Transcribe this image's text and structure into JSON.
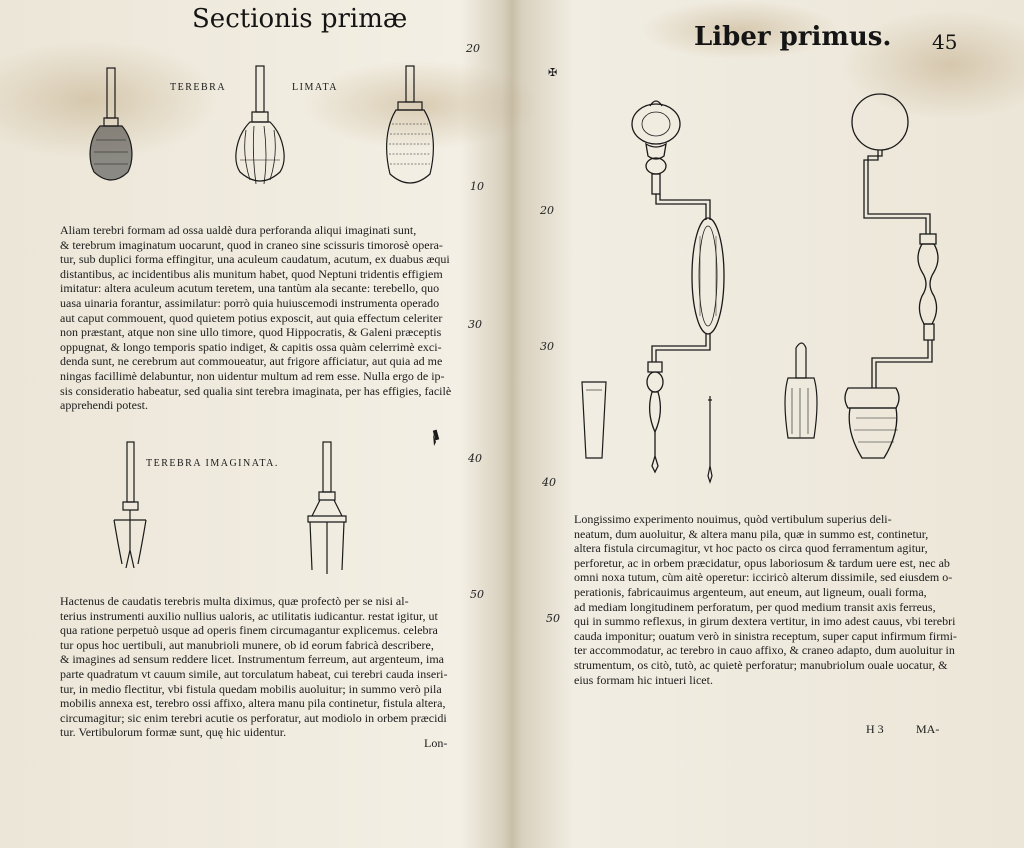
{
  "left_page": {
    "running_head": "Sectionis primæ",
    "captions": {
      "top": [
        "TEREBRA",
        "LIMATA"
      ],
      "middle": "TEREBRA IMAGINATA."
    },
    "margin_numbers": [
      "20",
      "10",
      "30",
      "40",
      "50"
    ],
    "paragraph1": [
      "Aliam terebri formam ad ossa ualdè dura perforanda aliqui imaginati sunt,",
      "& terebrum imaginatum uocarunt, quod in craneo sine scissuris timorosè opera-",
      "tur, sub duplici forma effingitur, una aculeum caudatum, acutum, ex duabus æqui",
      "distantibus, ac incidentibus alis munitum habet, quod Neptuni tridentis effigiem",
      "imitatur: altera aculeum acutum teretem, una tantùm ala secante: terebello, quo",
      "uasa uinaria forantur, assimilatur: porrò quia huiuscemodi instrumenta operado",
      "aut caput commouent, quod quietem potius exposcit, aut quia effectum celeriter",
      "non præstant, atque non sine ullo timore, quod Hippocratis, & Galeni præceptis",
      "oppugnat, & longo temporis spatio indiget, & capitis ossa quàm celerrimè exci-",
      "denda sunt, ne cerebrum aut commoueatur, aut frigore afficiatur, aut quia ad me",
      "ningas facillimè delabuntur, non uidentur multum ad rem esse. Nulla ergo de ip-",
      "sis consideratio habeatur, sed qualia sint terebra imaginata, per has effigies, facilè",
      "apprehendi potest."
    ],
    "paragraph2": [
      "Hactenus de caudatis terebris multa diximus, quæ profectò per se nisi al-",
      "terius instrumenti auxilio nullius ualoris, ac utilitatis iudicantur. restat igitur, ut",
      "qua ratione perpetuò usque ad operis finem circumagantur explicemus. celebra",
      "tur opus hoc uertibuli, aut manubrioli munere, ob id eorum fabricà describere,",
      "& imagines ad sensum reddere licet. Instrumentum ferreum, aut argenteum, ima",
      "parte quadratum vt cauum simile, aut torculatum habeat, cui terebri cauda inseri-",
      "tur, in medio flectitur, vbi fistula quedam mobilis auoluitur; in summo verò pila",
      "mobilis annexa est, terebro ossi affixo, altera manu pila continetur, fistula altera,",
      "circumagitur; sic enim terebri acutie os perforatur, aut modiolo in orbem præcidi",
      "tur. Vertibulorum formæ sunt, quę hic uidentur."
    ],
    "catchword": "Lon-"
  },
  "right_page": {
    "running_head": "Liber primus.",
    "page_number": "45",
    "margin_numbers": [
      "20",
      "30",
      "40",
      "50"
    ],
    "paragraph": [
      "Longissimo experimento nouimus, quòd vertibulum superius deli-",
      "neatum, dum auoluitur, & altera manu pila, quæ in summo est, continetur,",
      "altera fistula circumagitur, vt hoc pacto os circa quod ferramentum agitur,",
      "perforetur, ac in orbem præcidatur, opus laboriosum & tardum uere est, nec ab",
      "omni noxa tutum, cùm aitè operetur: icciricò alterum dissimile, sed eiusdem o-",
      "perationis, fabricauimus argenteum, aut eneum, aut ligneum, ouali forma,",
      "ad mediam longitudinem perforatum, per quod medium transit axis ferreus,",
      "qui in summo reflexus, in girum dextera vertitur, in imo adest cauus, vbi terebri",
      "cauda imponitur; ouatum verò in sinistra receptum, super caput infirmum firmi-",
      "ter accommodatur, ac terebro in cauo affixo, & craneo adapto, dum auoluitur in",
      "strumentum, os citò, tutò, ac quietè perforatur; manubriolum ouale uocatur, &",
      "eius formam hic intueri licet."
    ],
    "signature": "H 3",
    "catchword": "MA-"
  }
}
